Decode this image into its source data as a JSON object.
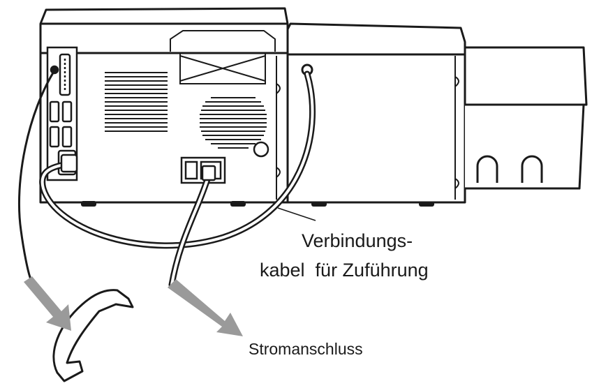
{
  "labels": {
    "connection_cable_line1": "Verbindungs-",
    "connection_cable_line2": "kabel  für Zuführung",
    "power_connection": "Stromanschluss"
  },
  "colors": {
    "ink": "#1a1a1a",
    "arrow": "#9a9a9a",
    "paper": "#ffffff"
  }
}
